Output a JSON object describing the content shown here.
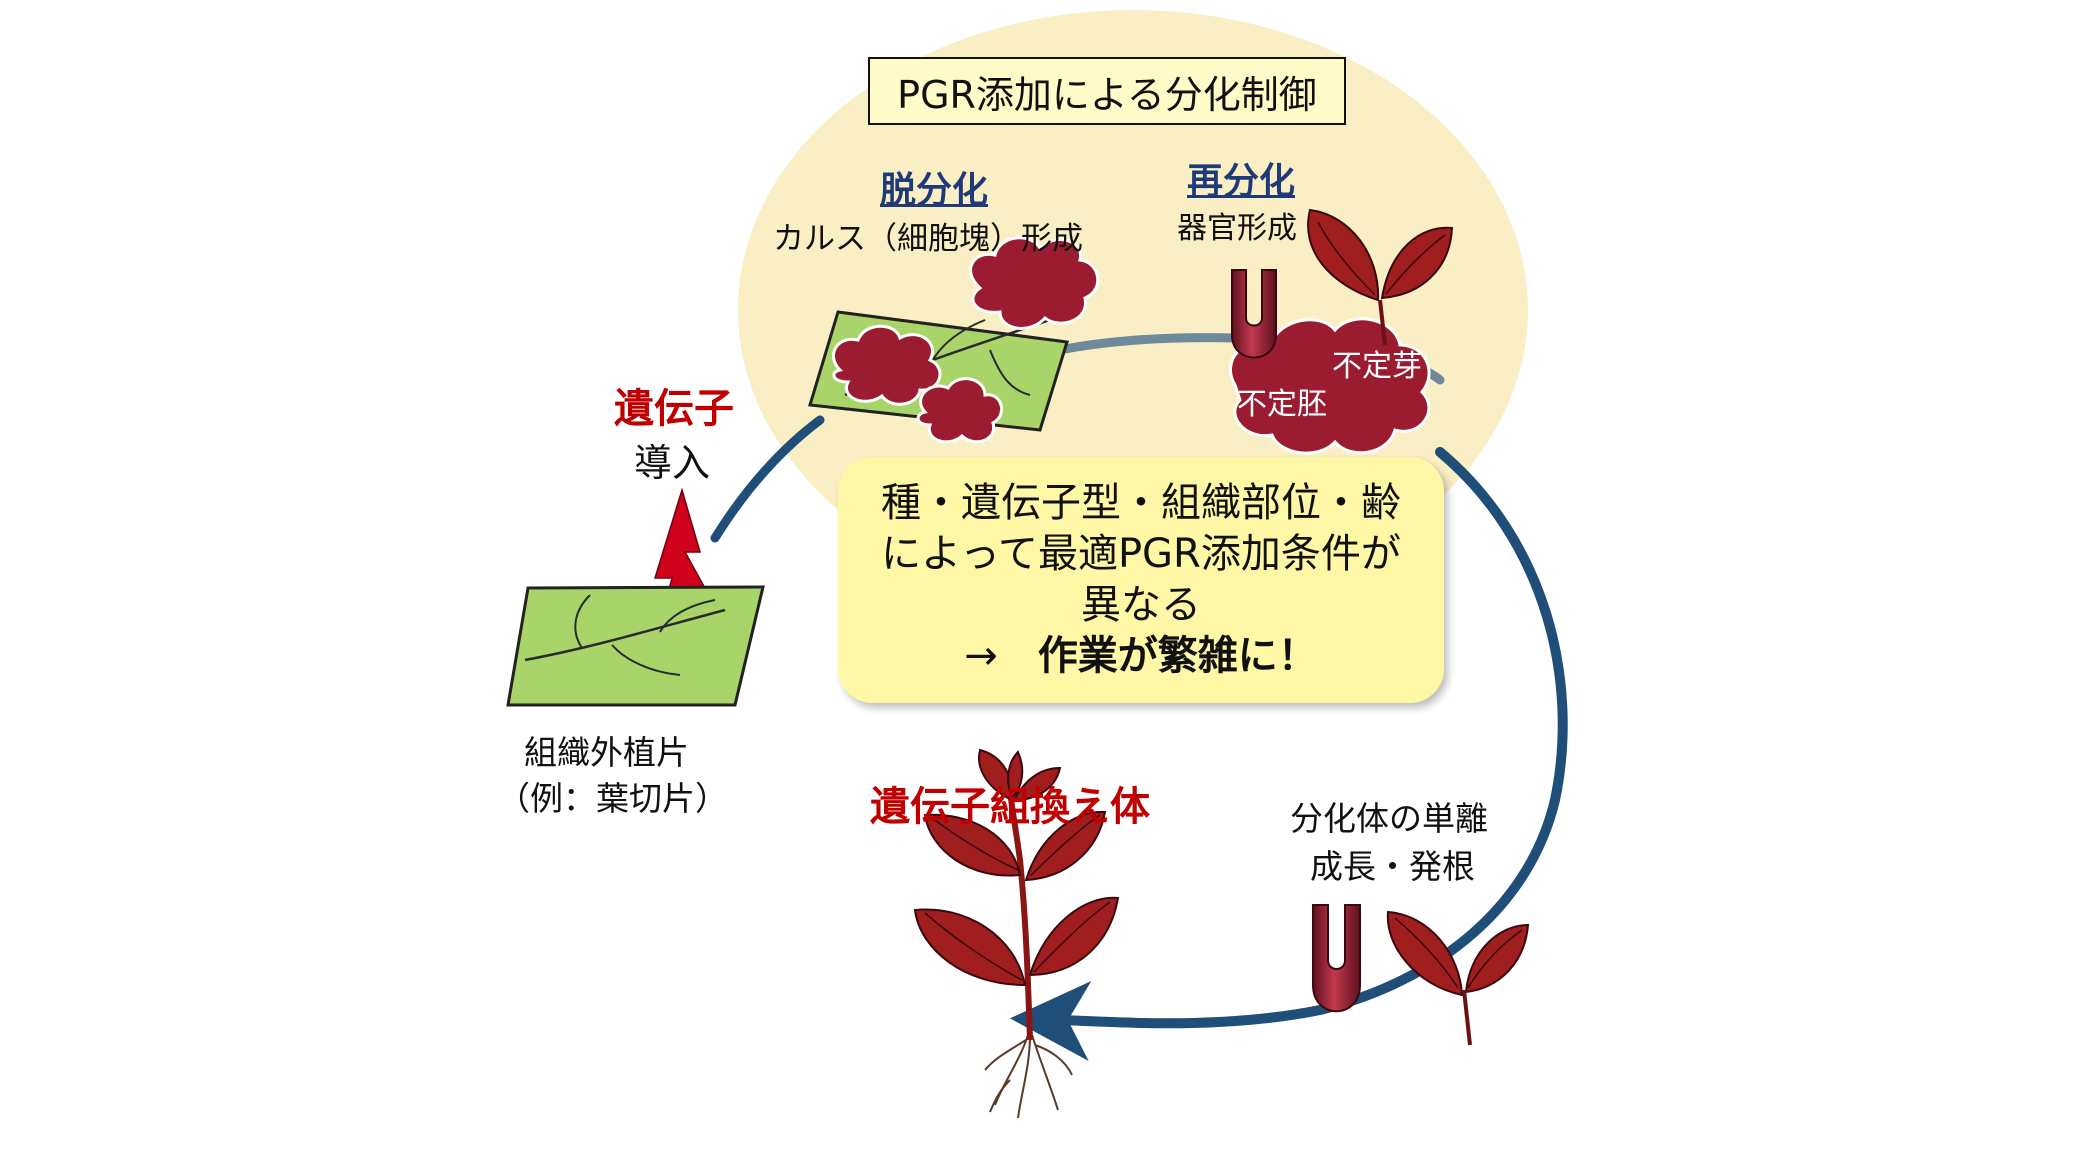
{
  "title": "PGR添加による分化制御",
  "dedifferentiation": {
    "heading": "脱分化",
    "caption": "カルス（細胞塊）形成"
  },
  "redifferentiation": {
    "heading": "再分化",
    "caption": "器官形成",
    "adventitious_bud": "不定芽",
    "adventitious_embryo": "不定胚"
  },
  "gene_introduction": {
    "line1": "遺伝子",
    "line2": "導入"
  },
  "explant": {
    "line1": "組織外植片",
    "line2": "（例：葉切片）"
  },
  "note": {
    "line1": "種・遺伝子型・組織部位・齢",
    "line2": "によって最適PGR添加条件が",
    "line3": "異なる",
    "arrow": "→",
    "line4": "作業が繁雑に！"
  },
  "transgenic": "遺伝子組換え体",
  "isolation": {
    "line1": "分化体の単離",
    "line2": "成長・発根"
  },
  "colors": {
    "ellipse": "#faeec4",
    "cycle_arrow": "#1f4e79",
    "leaf_green": "#a9d46a",
    "callus": "#9b1b30",
    "plant_leaf": "#a01e1e",
    "lightning": "#d0021b",
    "note_fill": "#fdf7a6",
    "title_fill": "#fffbc8",
    "emphasis_red": "#c00000",
    "heading_blue": "#1f3a78"
  }
}
